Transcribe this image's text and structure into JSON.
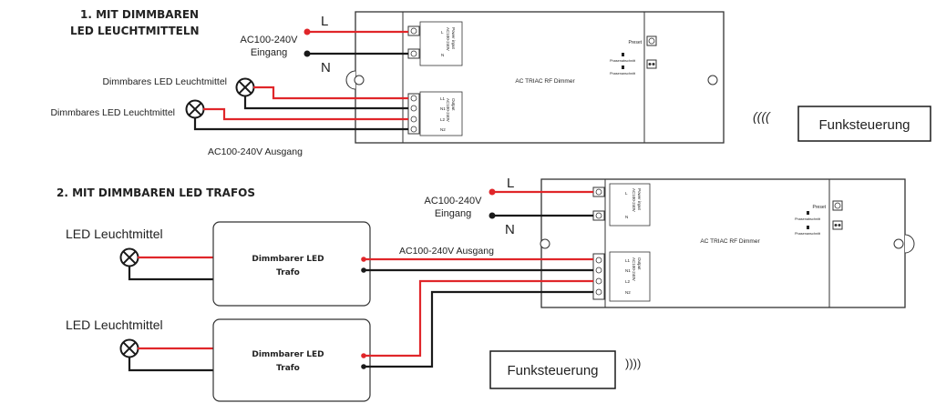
{
  "section1": {
    "heading_line1": "1. MIT DIMMBAREN",
    "heading_line2": "LED LEUCHTMITTELN",
    "label_L": "L",
    "label_N": "N",
    "input_line1": "AC100-240V",
    "input_line2": "Eingang",
    "lamp1_label": "Dimmbares LED Leuchtmittel",
    "lamp2_label": "Dimmbares LED Leuchtmittel",
    "output_label": "AC100-240V Ausgang",
    "remote_label": "Funksteuerung",
    "remote_signal": "(((("
  },
  "section2": {
    "heading": "2. MIT DIMMBAREN LED TRAFOS",
    "label_L": "L",
    "label_N": "N",
    "input_line1": "AC100-240V",
    "input_line2": "Eingang",
    "lamp1_label": "LED Leuchtmittel",
    "lamp2_label": "LED Leuchtmittel",
    "trafo1_line1": "Dimmbarer LED",
    "trafo1_line2": "Trafo",
    "trafo2_line1": "Dimmbarer LED",
    "trafo2_line2": "Trafo",
    "output_label": "AC100-240V Ausgang",
    "remote_label": "Funksteuerung",
    "remote_signal": "))))"
  },
  "device": {
    "name": "AC TRIAC RF Dimmer",
    "preset_label": "Preset",
    "phase_cut_label1": "Phasenabschnitt",
    "phase_cut_label2": "Phasenanschnitt",
    "input_block_line1": "Power input",
    "input_block_line2": "AC100-240V",
    "output_block_line1": "Output",
    "output_block_line2": "AC100-240V",
    "term_L": "L",
    "term_N": "N",
    "term_L1": "L1",
    "term_N1": "N1",
    "term_L2": "L2",
    "term_N2": "N2"
  },
  "colors": {
    "live": "#e0262a",
    "neutral": "#1a1a1a",
    "outline": "#333333"
  }
}
